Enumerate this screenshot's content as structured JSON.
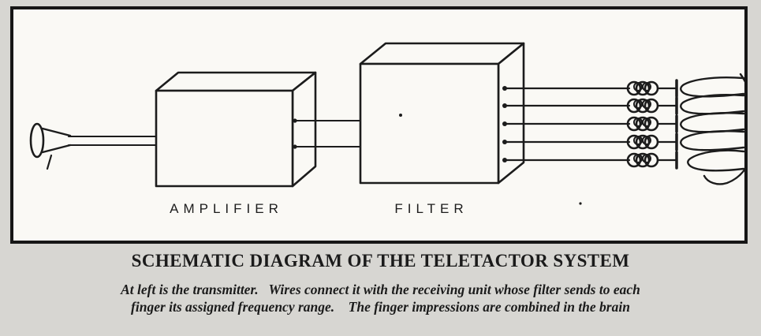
{
  "figure": {
    "title": "SCHEMATIC DIAGRAM OF THE TELETACTOR SYSTEM",
    "caption_line1": "At left is the transmitter.   Wires connect it with the receiving unit whose filter sends to each",
    "caption_line2": "finger its assigned frequency range.    The finger impressions are combined in the brain"
  },
  "diagram": {
    "labels": {
      "amplifier": "AMPLIFIER",
      "filter": "FILTER"
    },
    "components": [
      "transmitter",
      "amplifier",
      "filter",
      "finger-vibrators",
      "hand"
    ],
    "filter_output_wires": 5,
    "colors": {
      "ink": "#1c1c1c",
      "paper": "#faf9f5",
      "background": "#d7d6d2"
    }
  }
}
